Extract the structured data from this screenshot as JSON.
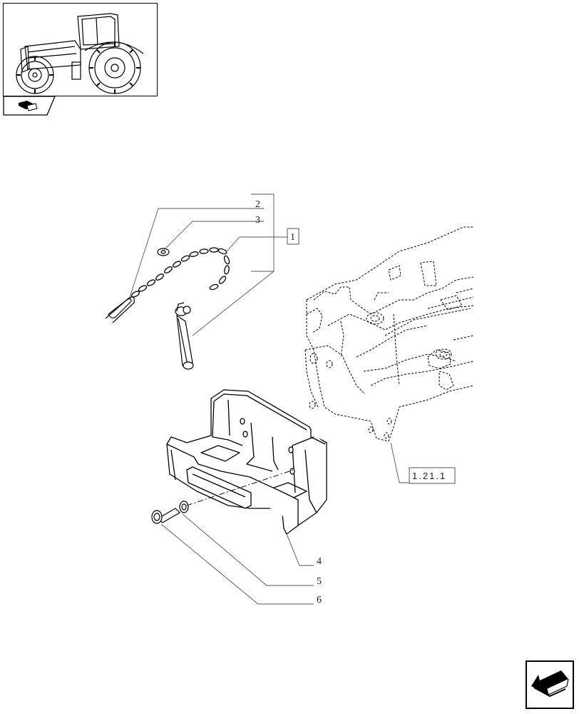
{
  "page": {
    "title": "",
    "thumbnail_icon": "tractor-illustration",
    "section_icon": "ballast-weight-section-icon",
    "nav_icon": "previous-page-arrow-icon"
  },
  "callouts": {
    "c1": "1",
    "c2": "2",
    "c3": "3",
    "c4": "4",
    "c5": "5",
    "c6": "6",
    "ref_frame": "1.21.1"
  },
  "colors": {
    "line": "#000000",
    "leader": "#555555",
    "background": "#ffffff"
  }
}
